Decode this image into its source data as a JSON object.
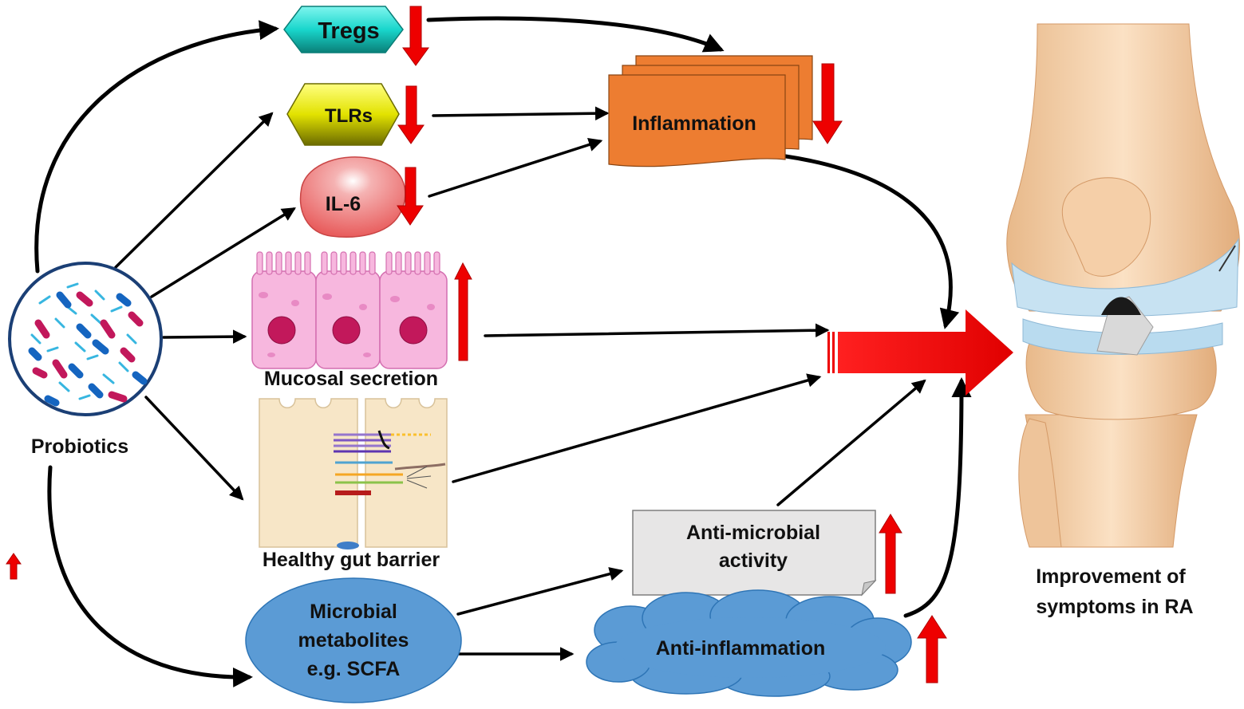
{
  "labels": {
    "tregs": "Tregs",
    "tlrs": "TLRs",
    "il6": "IL-6",
    "inflammation": "Inflammation",
    "mucosal_secretion": "Mucosal secretion",
    "healthy_gut_barrier": "Healthy gut barrier",
    "probiotics": "Probiotics",
    "anti_microbial_line1": "Anti-microbial",
    "anti_microbial_line2": "activity",
    "metabolites_line1": "Microbial",
    "metabolites_line2": "metabolites",
    "metabolites_line3": "e.g. SCFA",
    "anti_inflammation": "Anti-inflammation",
    "improvement_line1": "Improvement of",
    "improvement_line2": "symptoms in RA"
  },
  "colors": {
    "tregs": "#19d6cc",
    "tlrs": "#e2e200",
    "il6": "#f07a7a",
    "inflammation": "#ed7d31",
    "mucosa": "#f5a9d8",
    "metabolites": "#5b9bd5",
    "anti_microbial": "#e7e6e6",
    "arrow_red": "#ee0000",
    "connector": "#000000"
  },
  "indicators": {
    "tregs": "down",
    "tlrs": "down",
    "il6": "down",
    "inflammation": "down",
    "mucosal_secretion": "up",
    "anti_microbial": "up",
    "anti_inflammation": "up",
    "legend": "up"
  }
}
